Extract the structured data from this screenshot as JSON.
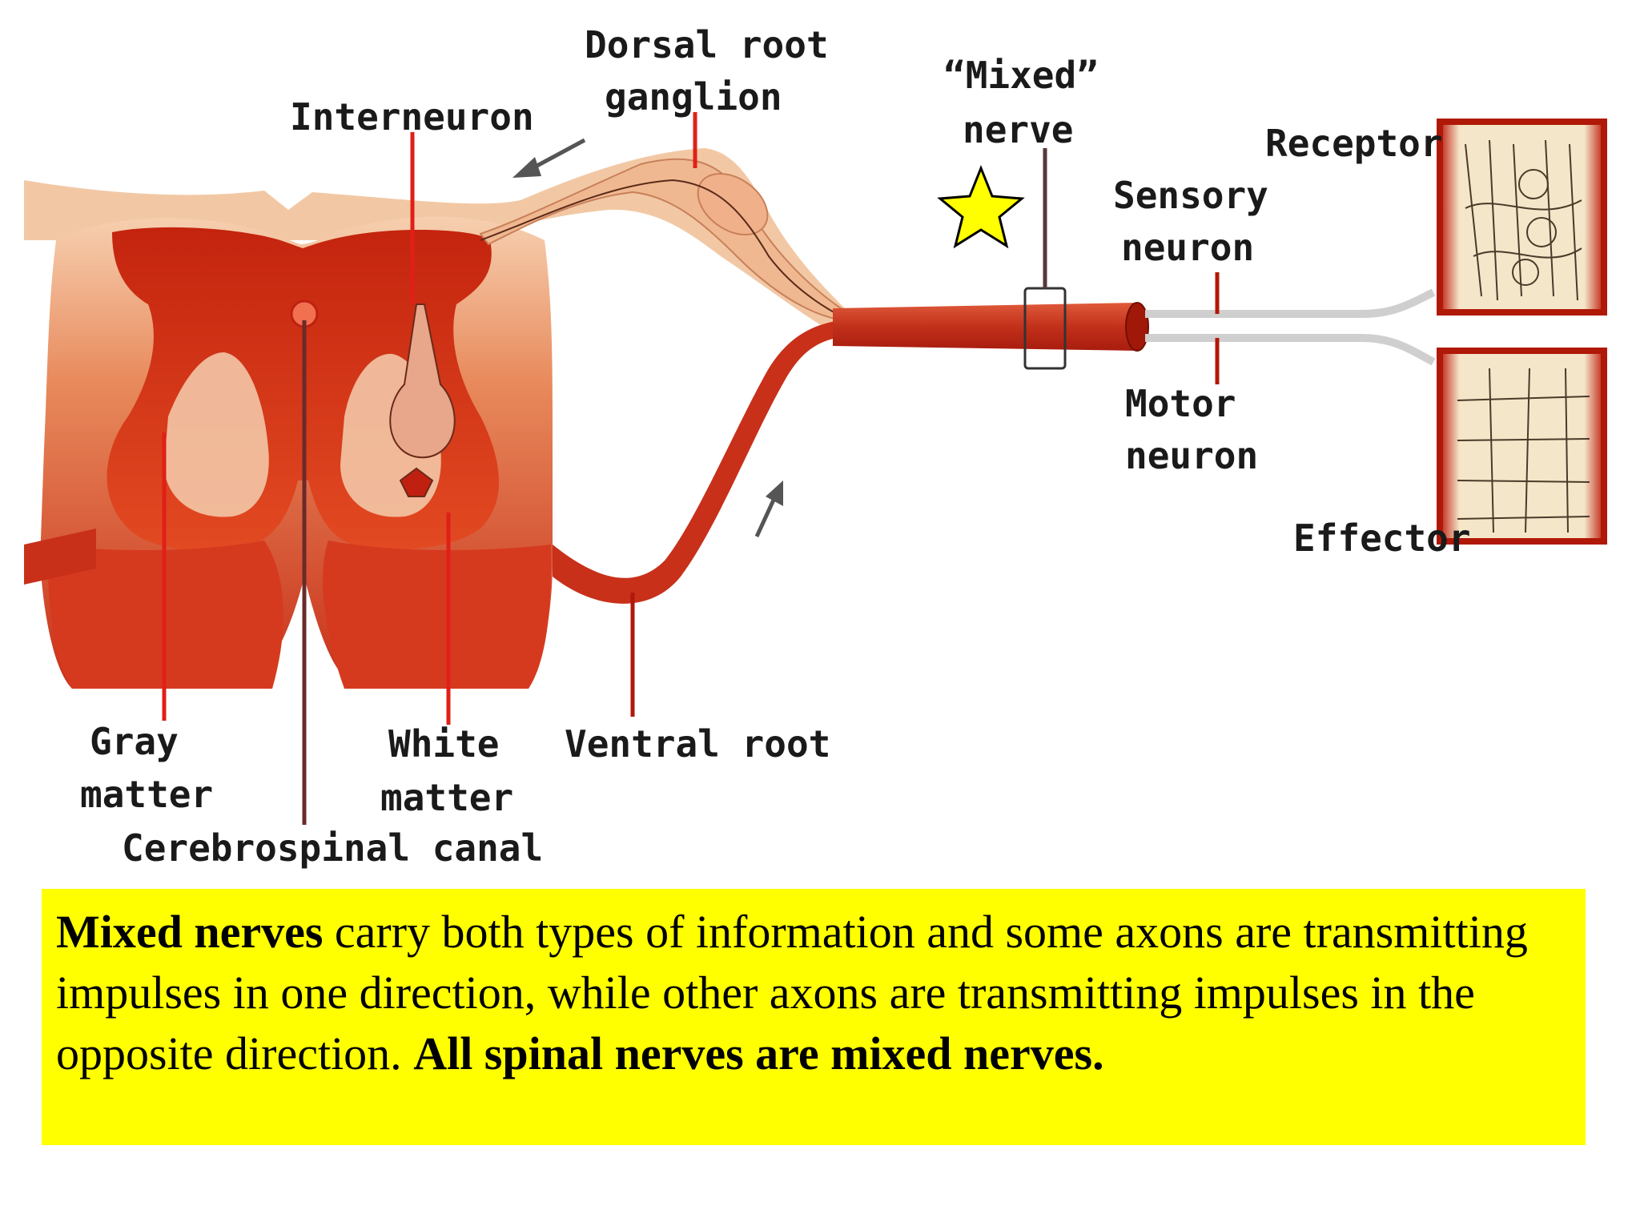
{
  "labels": {
    "dorsal_root_line1": "Dorsal root",
    "dorsal_root_line2": "ganglion",
    "interneuron": "Interneuron",
    "mixed_nerve_line1": "“Mixed”",
    "mixed_nerve_line2": "nerve",
    "receptor": "Receptor",
    "sensory_line1": "Sensory",
    "sensory_line2": "neuron",
    "motor_line1": "Motor",
    "motor_line2": "neuron",
    "effector": "Effector",
    "gray_line1": "Gray",
    "gray_line2": "matter",
    "white_line1": "White",
    "white_line2": "matter",
    "ventral_root": "Ventral  root",
    "canal": "Cerebrospinal canal"
  },
  "caption": {
    "bold_start": "Mixed nerves",
    "middle": " carry both types of information and some axons are transmitting impulses in one direction, while other axons are transmitting impulses in the opposite direction.  ",
    "bold_end": "All spinal nerves are mixed nerves."
  },
  "colors": {
    "tissue_red": "#cc2a12",
    "tissue_light": "#f3c29c",
    "caption_bg": "#ffff00",
    "star": "#ffff00"
  }
}
